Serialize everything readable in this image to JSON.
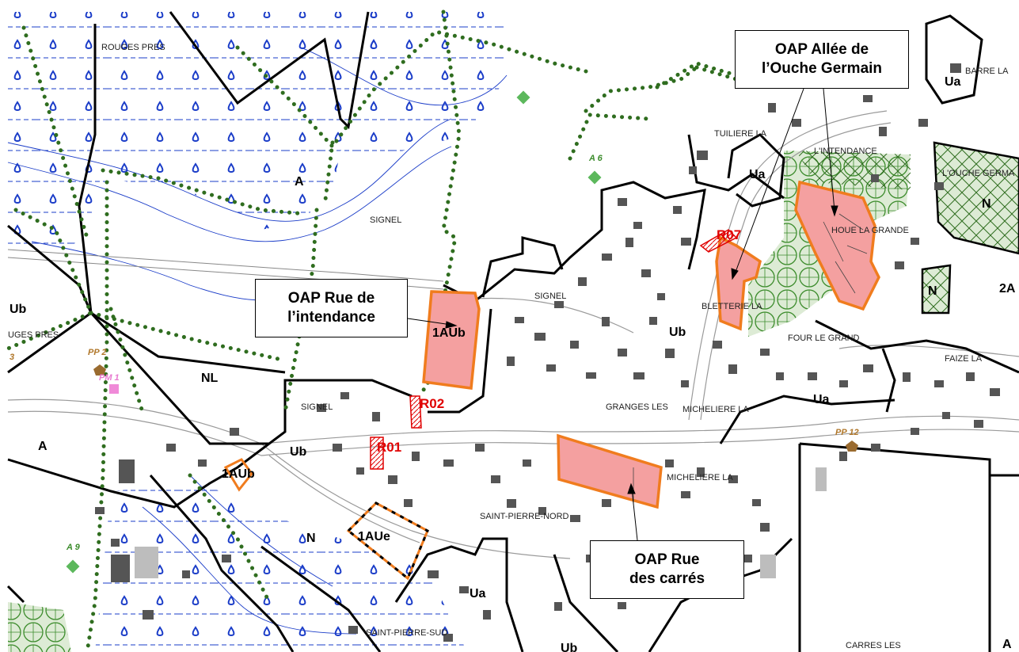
{
  "callouts": {
    "ouche": {
      "line1": "OAP Allée de",
      "line2": "l’Ouche Germain"
    },
    "intendance": {
      "line1": "OAP Rue de",
      "line2": "l’intendance"
    },
    "carres": {
      "line1": "OAP Rue",
      "line2": "des carrés"
    }
  },
  "zones": {
    "ua_top": "Ua",
    "ua_mid": "Ua",
    "ua_right": "Ua",
    "ua_bottom": "Ua",
    "a_top": "A",
    "a_left": "A",
    "a_right": "A",
    "ub_left": "Ub",
    "ub_road": "Ub",
    "ub_center": "Ub",
    "ub_bottom": "Ub",
    "n_right": "N",
    "n_small": "N",
    "n_bottom": "N",
    "nl": "NL",
    "twoa": "2A",
    "onea_ub_main": "1AUb",
    "onea_ub_small": "1AUb",
    "onea_ue": "1AUe"
  },
  "reserves": {
    "r01": "R01",
    "r02": "R02",
    "r07": "R07"
  },
  "places": {
    "rouges_pres": "ROUGES PRES",
    "rouges_pres_left": "UGES PRES",
    "signel_1": "SIGNEL",
    "signel_2": "SIGNEL",
    "signel_3": "SIGNEL",
    "tuiliere": "TUILIERE LA",
    "intendance": "L'INTENDANCE",
    "ouche": "L'OUCHE GERMA",
    "houe": "HOUE LA GRANDE",
    "bletterie": "BLETTERIE LA",
    "four": "FOUR LE GRAND",
    "faize": "FAIZE LA",
    "barre": "BARRE LA",
    "granges": "GRANGES LES",
    "micheliere_1": "MICHELIERE LA",
    "micheliere_2": "MICHELIERE LA",
    "st_pierre_nord": "SAINT-PIERRE-NORD",
    "st_pierre_sud": "SAINT-PIERRE-SUD",
    "carres": "CARRES LES"
  },
  "markers": {
    "pp2": "PP 2",
    "pm1": "PM 1",
    "pp12": "PP 12",
    "a6": "A 6",
    "a9": "A 9",
    "left3": "3"
  },
  "colors": {
    "oap_fill": "#f4a0a0",
    "oap_border": "#f07c1e",
    "zone_line": "#000000",
    "hedge": "#2f6d1f",
    "flood": "#1a3cc8",
    "building": "#555555",
    "reserve": "#e00000",
    "protected_green": "#3c8c2c"
  }
}
